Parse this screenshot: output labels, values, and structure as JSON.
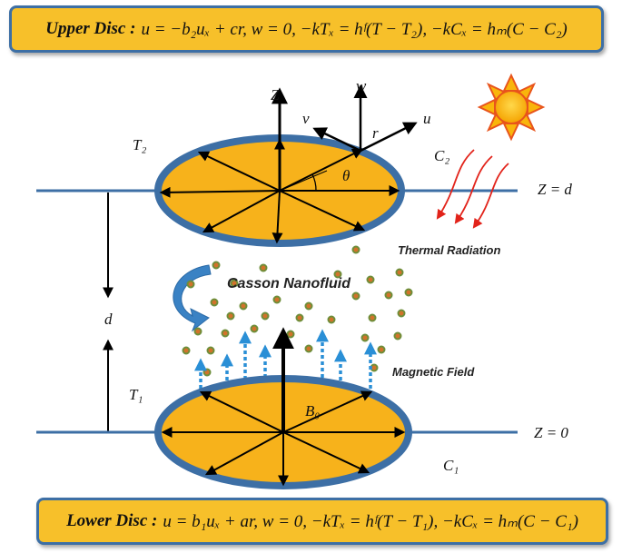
{
  "upper_disc": {
    "title": "Upper Disc :",
    "equation": "u = −b₂uₓ + cr,  w = 0, −kTₓ = hᶠ(T − T₂), −kCₓ = hₘ(C − C₂)"
  },
  "lower_disc": {
    "title": "Lower Disc :",
    "equation": "u = b₁uₓ + ar,  w = 0, −kTₓ = hᶠ(T − T₁), −kCₓ = hₘ(C − C₁)"
  },
  "labels": {
    "z_axis": "Z",
    "w": "w",
    "v": "v",
    "u": "u",
    "r": "r",
    "theta": "θ",
    "t2": "T₂",
    "c2": "C₂",
    "z_d": "Z = d",
    "z_0": "Z = 0",
    "t1": "T₁",
    "c1": "C₁",
    "d": "d",
    "b0": "B₀",
    "thermal_radiation": "Thermal Radiation",
    "casson_nanofluid": "Casson Nanofluid",
    "magnetic_field": "Magnetic Field"
  },
  "colors": {
    "disc_fill": "#f7b21b",
    "disc_rim": "#3d6fa5",
    "plane_line": "#3d6fa5",
    "particle": "#d2732a",
    "particle_core": "#6e8e3a",
    "field_arrow": "#2a8fd6",
    "heat_arrow": "#e2231a",
    "sun": "#f9b50b",
    "sun_rays": "#e8541c"
  },
  "icons": [
    "sun-icon",
    "rotation-arrow-icon"
  ]
}
